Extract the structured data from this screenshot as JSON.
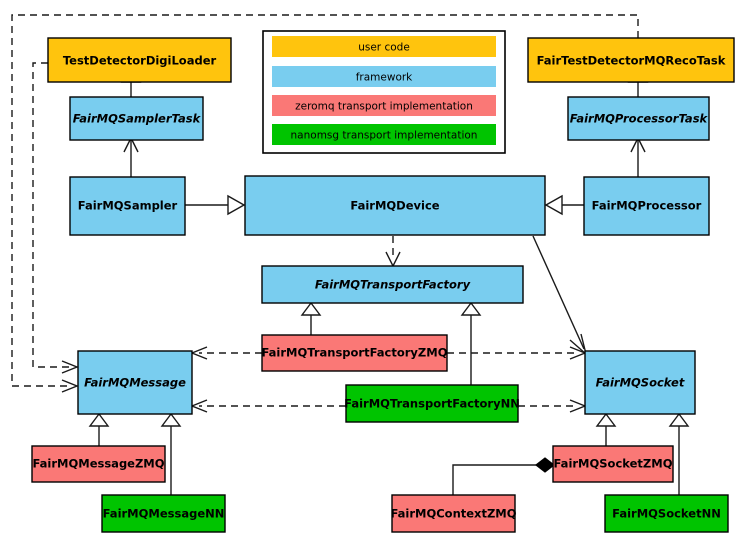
{
  "diagram": {
    "title": "FairMQ class diagram",
    "palette": {
      "user_code": "#FFC40D",
      "framework": "#79CDEF",
      "zeromq": "#FA7876",
      "nanomsg": "#00C400",
      "outline": "#000000",
      "background": "#FFFFFF",
      "edge": "#1A1A1A"
    },
    "legend": {
      "name": "legend",
      "items": [
        {
          "label": "user code",
          "color_key": "user_code",
          "color": "#FFC40D"
        },
        {
          "label": "framework",
          "color_key": "framework",
          "color": "#79CDEF"
        },
        {
          "label": "zeromq transport implementation",
          "color_key": "zeromq",
          "color": "#FA7876"
        },
        {
          "label": "nanomsg transport implementation",
          "color_key": "nanomsg",
          "color": "#00C400"
        }
      ]
    },
    "nodes": [
      {
        "id": "TestDetectorDigiLoader",
        "label": "TestDetectorDigiLoader",
        "category": "user code",
        "abstract": false
      },
      {
        "id": "FairTestDetectorMQRecoTask",
        "label": "FairTestDetectorMQRecoTask",
        "category": "user code",
        "abstract": false
      },
      {
        "id": "FairMQSamplerTask",
        "label": "FairMQSamplerTask",
        "category": "framework",
        "abstract": true
      },
      {
        "id": "FairMQProcessorTask",
        "label": "FairMQProcessorTask",
        "category": "framework",
        "abstract": true
      },
      {
        "id": "FairMQSampler",
        "label": "FairMQSampler",
        "category": "framework",
        "abstract": false
      },
      {
        "id": "FairMQDevice",
        "label": "FairMQDevice",
        "category": "framework",
        "abstract": false
      },
      {
        "id": "FairMQProcessor",
        "label": "FairMQProcessor",
        "category": "framework",
        "abstract": false
      },
      {
        "id": "FairMQTransportFactory",
        "label": "FairMQTransportFactory",
        "category": "framework",
        "abstract": true
      },
      {
        "id": "FairMQTransportFactoryZMQ",
        "label": "FairMQTransportFactoryZMQ",
        "category": "zeromq",
        "abstract": false
      },
      {
        "id": "FairMQTransportFactoryNN",
        "label": "FairMQTransportFactoryNN",
        "category": "nanomsg",
        "abstract": false
      },
      {
        "id": "FairMQMessage",
        "label": "FairMQMessage",
        "category": "framework",
        "abstract": true
      },
      {
        "id": "FairMQSocket",
        "label": "FairMQSocket",
        "category": "framework",
        "abstract": true
      },
      {
        "id": "FairMQMessageZMQ",
        "label": "FairMQMessageZMQ",
        "category": "zeromq",
        "abstract": false
      },
      {
        "id": "FairMQMessageNN",
        "label": "FairMQMessageNN",
        "category": "nanomsg",
        "abstract": false
      },
      {
        "id": "FairMQSocketZMQ",
        "label": "FairMQSocketZMQ",
        "category": "zeromq",
        "abstract": false
      },
      {
        "id": "FairMQSocketNN",
        "label": "FairMQSocketNN",
        "category": "nanomsg",
        "abstract": false
      },
      {
        "id": "FairMQContextZMQ",
        "label": "FairMQContextZMQ",
        "category": "zeromq",
        "abstract": false
      }
    ],
    "edges": [
      {
        "from": "TestDetectorDigiLoader",
        "to": "FairMQSamplerTask",
        "kind": "generalization"
      },
      {
        "from": "FairTestDetectorMQRecoTask",
        "to": "FairMQProcessorTask",
        "kind": "generalization"
      },
      {
        "from": "FairMQSamplerTask",
        "to": "FairMQSampler",
        "kind": "association"
      },
      {
        "from": "FairMQProcessorTask",
        "to": "FairMQProcessor",
        "kind": "association"
      },
      {
        "from": "FairMQSampler",
        "to": "FairMQDevice",
        "kind": "generalization"
      },
      {
        "from": "FairMQProcessor",
        "to": "FairMQDevice",
        "kind": "generalization"
      },
      {
        "from": "FairMQDevice",
        "to": "FairMQTransportFactory",
        "kind": "dependency"
      },
      {
        "from": "FairMQDevice",
        "to": "FairMQSocket",
        "kind": "association"
      },
      {
        "from": "FairMQTransportFactoryZMQ",
        "to": "FairMQTransportFactory",
        "kind": "generalization"
      },
      {
        "from": "FairMQTransportFactoryNN",
        "to": "FairMQTransportFactory",
        "kind": "generalization"
      },
      {
        "from": "FairMQTransportFactoryZMQ",
        "to": "FairMQMessage",
        "kind": "dependency"
      },
      {
        "from": "FairMQTransportFactoryZMQ",
        "to": "FairMQSocket",
        "kind": "dependency"
      },
      {
        "from": "FairMQTransportFactoryNN",
        "to": "FairMQMessage",
        "kind": "dependency"
      },
      {
        "from": "FairMQTransportFactoryNN",
        "to": "FairMQSocket",
        "kind": "dependency"
      },
      {
        "from": "TestDetectorDigiLoader",
        "to": "FairMQMessage",
        "kind": "dependency"
      },
      {
        "from": "FairTestDetectorMQRecoTask",
        "to": "FairMQMessage",
        "kind": "dependency"
      },
      {
        "from": "FairMQMessageZMQ",
        "to": "FairMQMessage",
        "kind": "generalization"
      },
      {
        "from": "FairMQMessageNN",
        "to": "FairMQMessage",
        "kind": "generalization"
      },
      {
        "from": "FairMQSocketZMQ",
        "to": "FairMQSocket",
        "kind": "generalization"
      },
      {
        "from": "FairMQSocketNN",
        "to": "FairMQSocket",
        "kind": "generalization"
      },
      {
        "from": "FairMQContextZMQ",
        "to": "FairMQSocketZMQ",
        "kind": "composition"
      }
    ]
  }
}
